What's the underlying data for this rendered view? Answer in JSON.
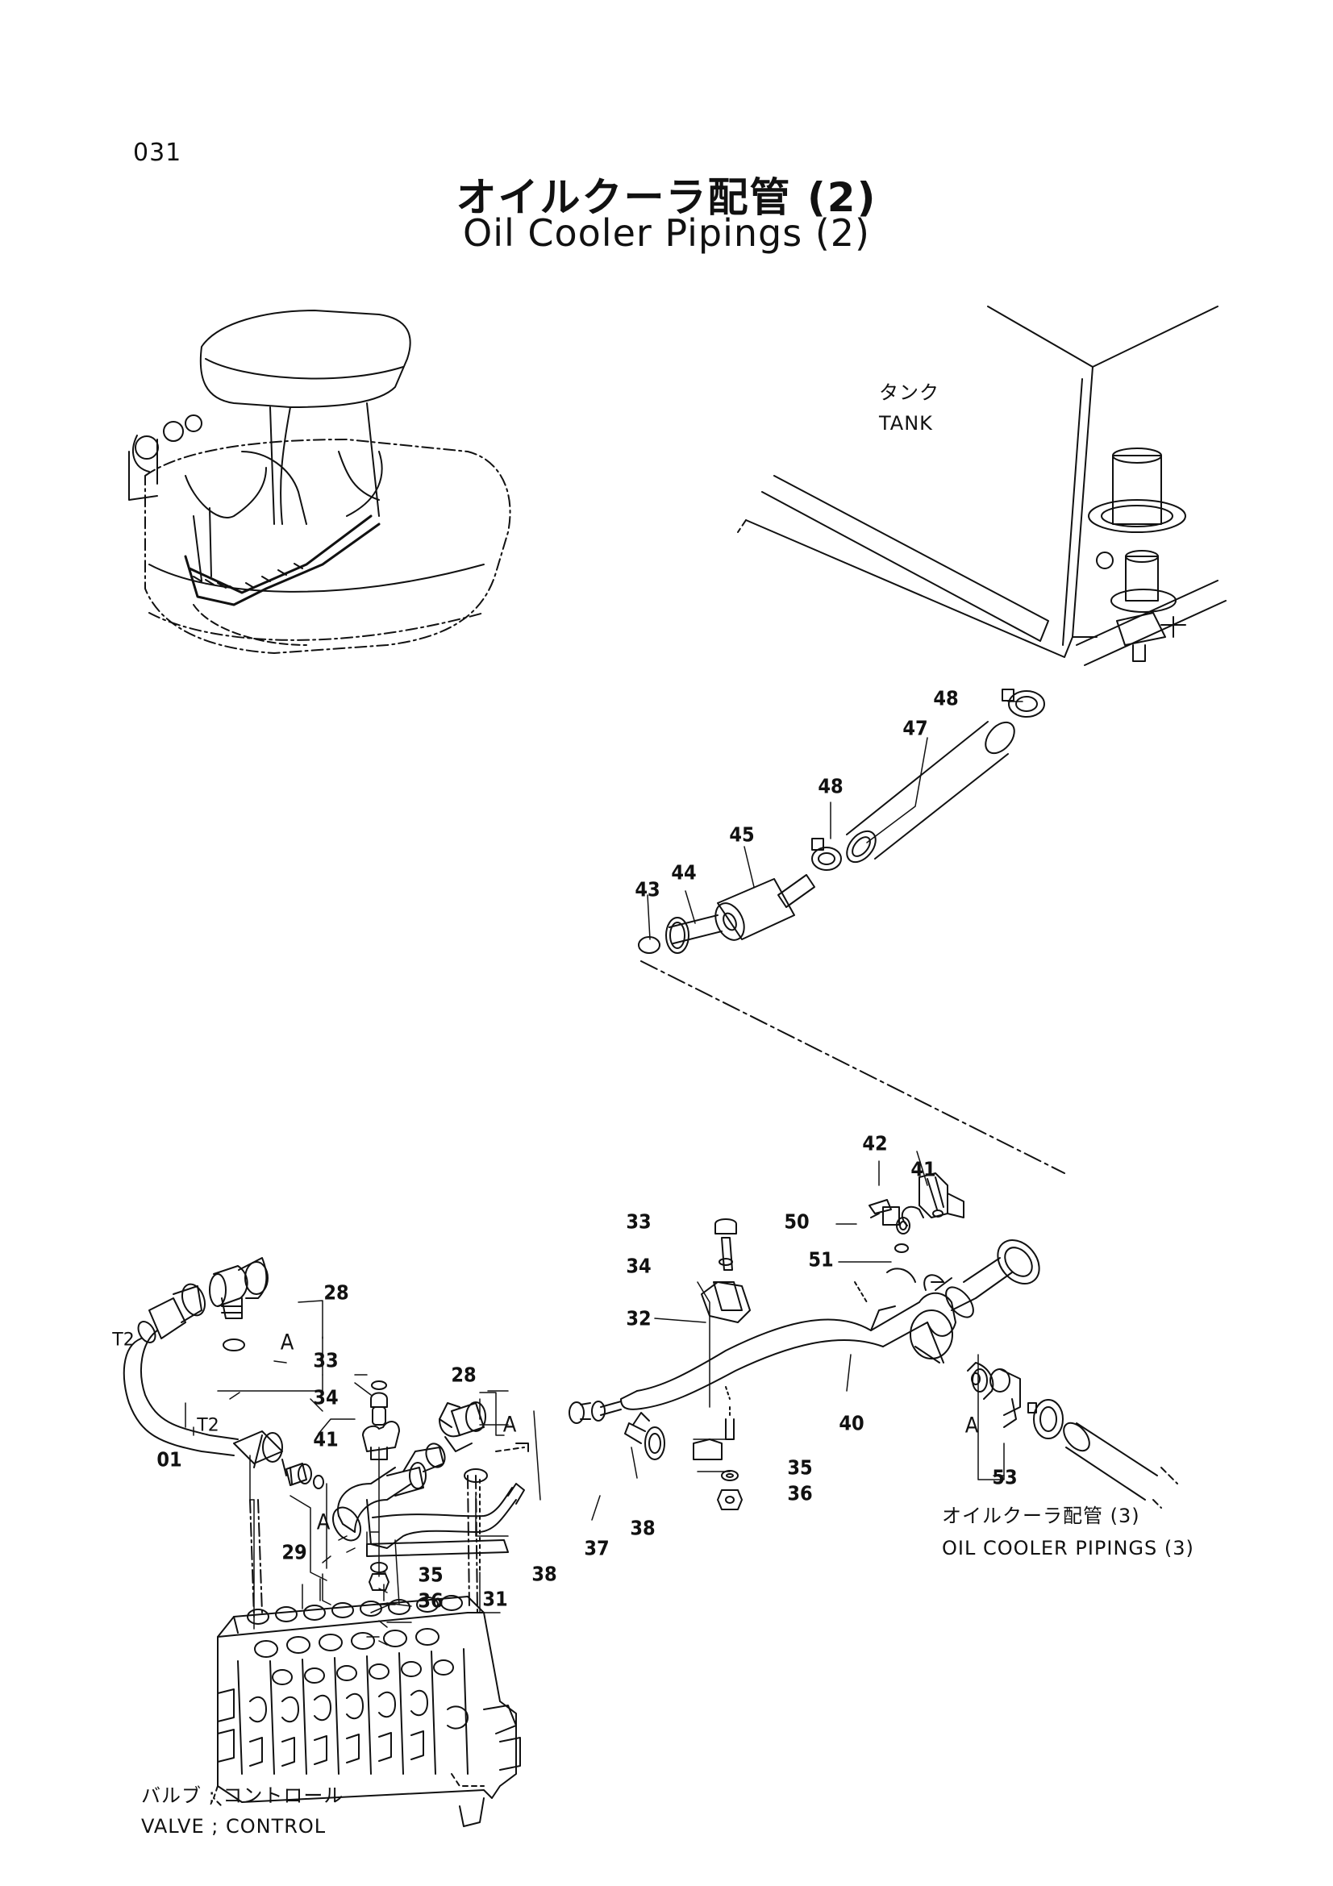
{
  "page_number": "031",
  "title_jp": "オイルクーラ配管 (2)",
  "title_en": "Oil Cooler Pipings (2)",
  "labels": {
    "tank_jp": "タンク",
    "tank_en": "TANK",
    "oil_cooler_3_jp": "オイルクーラ配管 (3)",
    "oil_cooler_3_en": "OIL COOLER PIPINGS (3)",
    "valve_jp": "バルブ ; コントロール",
    "valve_en": "VALVE ; CONTROL"
  },
  "port_tags": [
    "T2",
    "T2"
  ],
  "section_marks": [
    "A",
    "A",
    "A",
    "A"
  ],
  "callouts": [
    "48",
    "47",
    "48",
    "45",
    "44",
    "43",
    "42",
    "41",
    "50",
    "51",
    "33",
    "34",
    "32",
    "40",
    "35",
    "36",
    "53",
    "38",
    "37",
    "38",
    "31",
    "28",
    "41",
    "34",
    "33",
    "35",
    "36",
    "28",
    "01",
    "29"
  ]
}
